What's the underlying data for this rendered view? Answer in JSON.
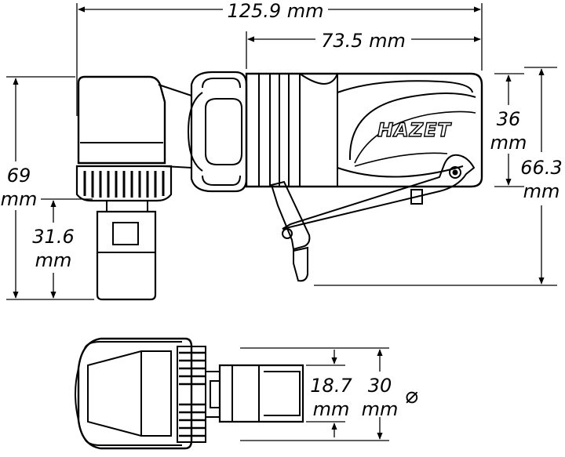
{
  "brand": "HAZET",
  "dimensions": {
    "total_length": "125.9 mm",
    "body_length": "73.5 mm",
    "body_height_value": "36",
    "body_height_unit": "mm",
    "total_height_value": "66.3",
    "total_height_unit": "mm",
    "head_height_value": "69",
    "head_height_unit": "mm",
    "spindle_length_value": "31.6",
    "spindle_length_unit": "mm",
    "collet_diameter_value": "18.7",
    "collet_diameter_unit": "mm",
    "nose_diameter_value": "30",
    "nose_diameter_unit": "mm",
    "diameter_symbol": "⌀"
  },
  "colors": {
    "line": "#000000",
    "background": "#ffffff"
  }
}
